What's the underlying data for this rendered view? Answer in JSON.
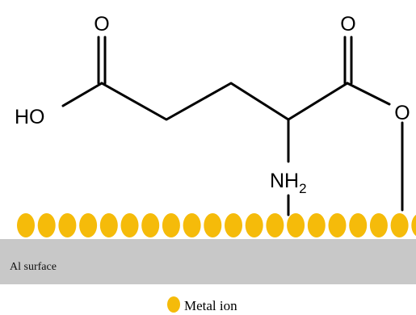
{
  "molecule": {
    "atoms": {
      "o_left_carbonyl": "O",
      "o_right_carbonyl": "O",
      "hydroxyl": "HO",
      "o_ester": "O",
      "amine_main": "NH",
      "amine_sub": "2"
    }
  },
  "surface": {
    "label": "Al surface",
    "color": "#c8c8c8"
  },
  "metal_ions": {
    "color": "#f5bb0a",
    "count": 20
  },
  "legend": {
    "label": "Metal ion",
    "color": "#f5bb0a"
  }
}
